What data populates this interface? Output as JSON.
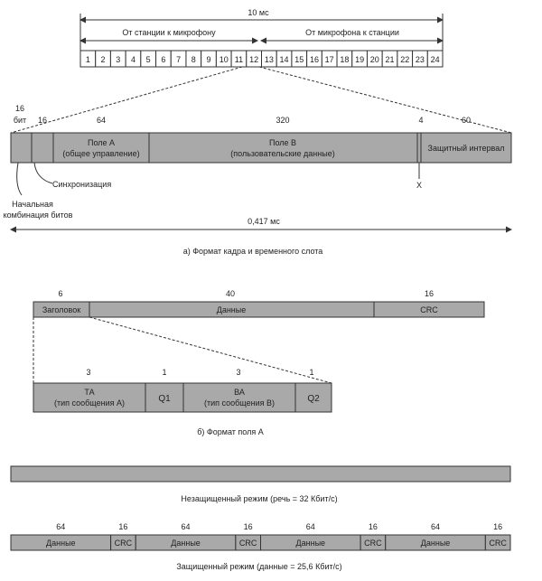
{
  "top": {
    "total": "10 мс",
    "left_dir": "От станции к микрофону",
    "right_dir": "От микрофона к станции",
    "slots": [
      "1",
      "2",
      "3",
      "4",
      "5",
      "6",
      "7",
      "8",
      "9",
      "10",
      "11",
      "12",
      "13",
      "14",
      "15",
      "16",
      "17",
      "18",
      "19",
      "20",
      "21",
      "22",
      "23",
      "24"
    ]
  },
  "frame": {
    "f1_bits": "16",
    "f1_unit": "бит",
    "f2_bits": "16",
    "fA_bits": "64",
    "fB_bits": "320",
    "fX_bits": "4",
    "fG_bits": "60",
    "fA_l1": "Поле А",
    "fA_l2": "(общее управление)",
    "fB_l1": "Поле В",
    "fB_l2": "(пользовательские данные)",
    "fG_label": "Защитный интервал",
    "sync_label": "Синхронизация",
    "start_l1": "Начальная",
    "start_l2": "комбинация битов",
    "x_label": "X",
    "duration": "0,417 мс",
    "caption": "а) Формат кадра и временного слота"
  },
  "fieldA": {
    "hdr_bits": "6",
    "data_bits": "40",
    "crc_bits": "16",
    "hdr_label": "Заголовок",
    "data_label": "Данные",
    "crc_label": "CRC",
    "ta_bits": "3",
    "q1_bits": "1",
    "ba_bits": "3",
    "q2_bits": "1",
    "ta_l1": "ТА",
    "ta_l2": "(тип сообщения А)",
    "q1": "Q1",
    "ba_l1": "ВА",
    "ba_l2": "(тип сообщения В)",
    "q2": "Q2",
    "caption": "б) Формат поля А"
  },
  "unprotected": {
    "caption": "Незащищенный режим (речь = 32 Кбит/с)"
  },
  "protected": {
    "data_bits": "64",
    "crc_bits": "16",
    "data_label": "Данные",
    "crc_label": "CRC",
    "caption": "Защищенный режим (данные = 25,6 Кбит/с)"
  }
}
